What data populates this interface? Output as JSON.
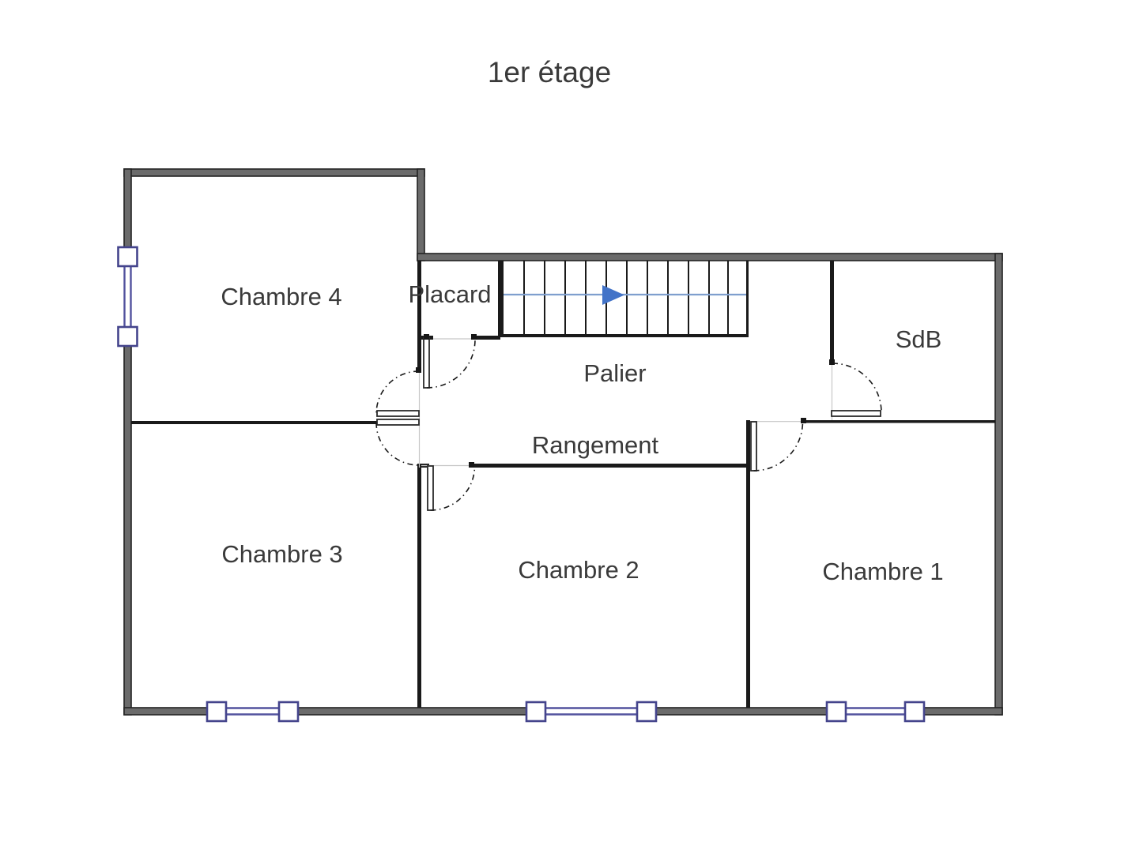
{
  "title": "1er étage",
  "rooms": {
    "chambre4": "Chambre 4",
    "placard": "Placard",
    "palier": "Palier",
    "rangement": "Rangement",
    "sdb": "SdB",
    "chambre3": "Chambre 3",
    "chambre2": "Chambre 2",
    "chambre1": "Chambre 1"
  },
  "stairs": {
    "direction_icon": "right-arrow",
    "tread_count": 12
  },
  "windows": {
    "count": 4,
    "locations": [
      "left-wall-chambre4",
      "bottom-wall-chambre3",
      "bottom-wall-chambre2",
      "bottom-wall-chambre1"
    ]
  },
  "doors": {
    "count": 6,
    "locations": [
      "placard",
      "chambre4",
      "chambre3",
      "chambre2",
      "chambre1",
      "sdb"
    ]
  },
  "colors": {
    "background": "#ffffff",
    "wall_exterior": "#6b6b6b",
    "wall_interior": "#1a1a1a",
    "window_frame": "#44448c",
    "window_glazing": "#52529e",
    "stair_arrow_head": "#4273c8",
    "stair_arrow_line": "#7f9fce",
    "label_text": "#3a3a3a"
  }
}
